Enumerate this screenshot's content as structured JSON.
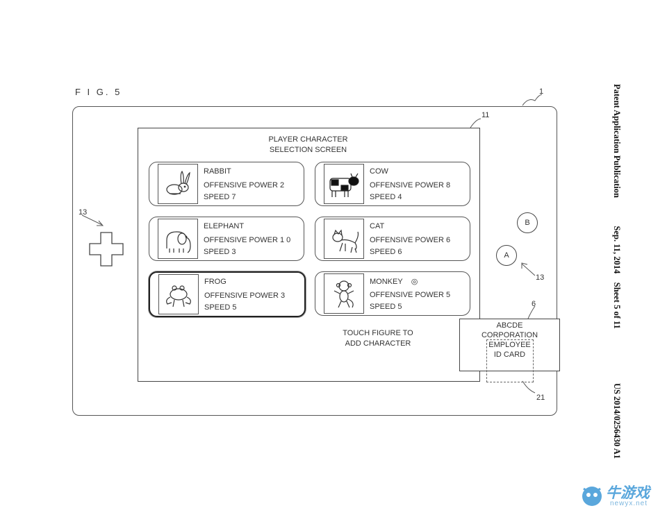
{
  "figure": {
    "label": "F I G. 5",
    "refs": {
      "device": "1",
      "screen": "11",
      "dpad": "13",
      "buttons": "13",
      "id_card": "6",
      "rfid": "21"
    }
  },
  "screen": {
    "title_line1": "PLAYER CHARACTER",
    "title_line2": "SELECTION SCREEN",
    "characters": [
      {
        "name": "RABBIT",
        "mark": "",
        "power": "OFFENSIVE POWER 2",
        "speed": "SPEED 7",
        "icon": "rabbit-icon"
      },
      {
        "name": "COW",
        "mark": "",
        "power": "OFFENSIVE POWER 8",
        "speed": "SPEED 4",
        "icon": "cow-icon"
      },
      {
        "name": "ELEPHANT",
        "mark": "",
        "power": "OFFENSIVE POWER 1 0",
        "speed": "SPEED 3",
        "icon": "elephant-icon"
      },
      {
        "name": "CAT",
        "mark": "",
        "power": "OFFENSIVE POWER 6",
        "speed": "SPEED 6",
        "icon": "cat-icon"
      },
      {
        "name": "FROG",
        "mark": "",
        "power": "OFFENSIVE POWER 3",
        "speed": "SPEED 5",
        "icon": "frog-icon",
        "selected": true
      },
      {
        "name": "MONKEY",
        "mark": "◎",
        "power": "OFFENSIVE POWER 5",
        "speed": "SPEED 5",
        "icon": "monkey-icon"
      }
    ],
    "hint_line1": "TOUCH FIGURE TO",
    "hint_line2": "ADD CHARACTER"
  },
  "id_card": {
    "line1": "ABCDE",
    "line2": "CORPORATION",
    "line3": "EMPLOYEE",
    "line4": "ID CARD"
  },
  "buttons": {
    "a": "A",
    "b": "B"
  },
  "header": {
    "publication": "Patent Application Publication",
    "date": "Sep. 11, 2014",
    "sheet": "Sheet 5 of 11",
    "number": "US 2014/0256430 A1"
  },
  "watermark": {
    "cn": "牛游戏",
    "en": "newyx.net"
  }
}
